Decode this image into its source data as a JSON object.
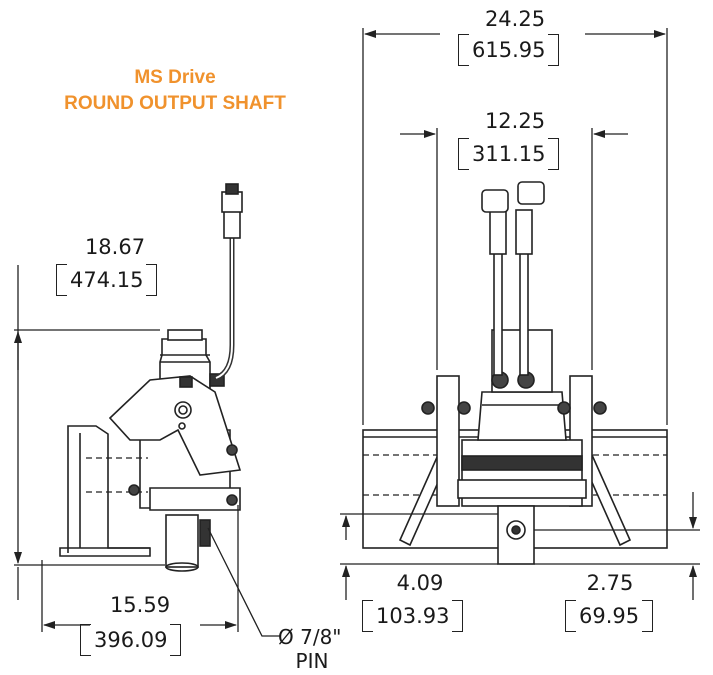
{
  "title": {
    "line1": "MS Drive",
    "line2": "ROUND OUTPUT SHAFT",
    "color": "#f0922d"
  },
  "dimensions": {
    "overall_width": {
      "in": "24.25",
      "mm": "615.95"
    },
    "frame_width": {
      "in": "12.25",
      "mm": "311.15"
    },
    "height": {
      "in": "18.67",
      "mm": "474.15"
    },
    "depth": {
      "in": "15.59",
      "mm": "396.09"
    },
    "shaft_below": {
      "in": "4.09",
      "mm": "103.93"
    },
    "shaft_offset": {
      "in": "2.75",
      "mm": "69.95"
    }
  },
  "pin_note": {
    "size": "Ø 7/8\"",
    "label": "PIN"
  },
  "colors": {
    "line": "#222222",
    "fill": "#ffffff",
    "dark": "#1a1a1a"
  }
}
